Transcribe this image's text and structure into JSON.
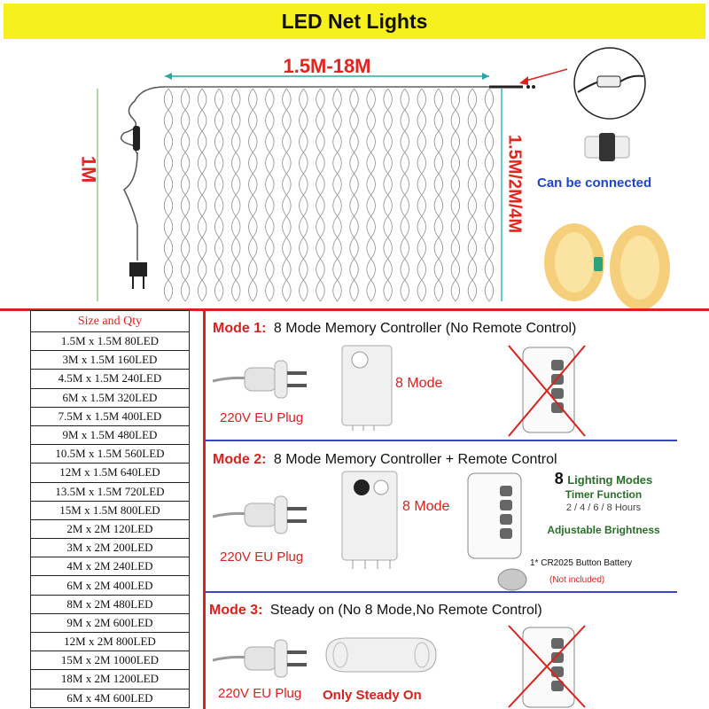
{
  "title": "LED Net Lights",
  "width_label": "1.5M-18M",
  "height_left_label": "1M",
  "height_right_label": "1.5M/2M/4M",
  "connect_label": "Can be connected",
  "table": {
    "header": "Size and Qty",
    "rows": [
      "1.5M x 1.5M 80LED",
      "3M x 1.5M 160LED",
      "4.5M x 1.5M 240LED",
      "6M x 1.5M 320LED",
      "7.5M x 1.5M 400LED",
      "9M x 1.5M 480LED",
      "10.5M x 1.5M 560LED",
      "12M x 1.5M 640LED",
      "13.5M x 1.5M 720LED",
      "15M x 1.5M 800LED",
      "2M x 2M 120LED",
      "3M x 2M 200LED",
      "4M x 2M 240LED",
      "6M x 2M 400LED",
      "8M x 2M 480LED",
      "9M x 2M 600LED",
      "12M x 2M 800LED",
      "15M x 2M 1000LED",
      "18M x 2M 1200LED",
      "6M x 4M 600LED"
    ]
  },
  "mode1": {
    "num": "Mode 1:",
    "title": "8 Mode Memory Controller  (No Remote Control)",
    "plug": "220V EU Plug",
    "modes": "8 Mode"
  },
  "mode2": {
    "num": "Mode 2:",
    "title": "8 Mode Memory Controller + Remote Control",
    "plug": "220V EU Plug",
    "modes": "8 Mode",
    "lighting_num": "8",
    "lighting": "Lighting Modes",
    "timer": "Timer Function",
    "timer_hours": "2 / 4 / 6 / 8 Hours",
    "brightness": "Adjustable Brightness",
    "battery": "1* CR2025 Button Battery",
    "not_included": "(Not included)"
  },
  "mode3": {
    "num": "Mode 3:",
    "title": "Steady on  (No 8 Mode,No Remote Control)",
    "plug": "220V EU Plug",
    "steady": "Only Steady On"
  },
  "colors": {
    "accent": "#d9221c",
    "separator": "#3a46c8",
    "title_bg": "#f6f01e"
  }
}
